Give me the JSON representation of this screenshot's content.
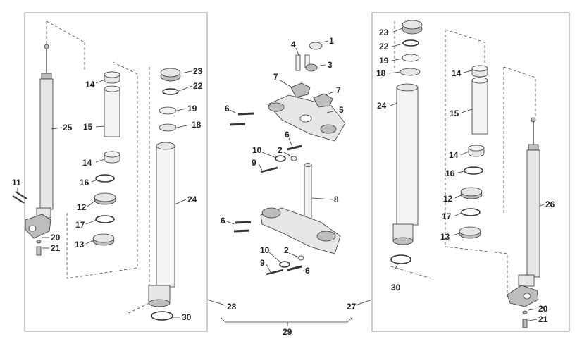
{
  "labels": {
    "l_lower_slider": "25",
    "l_bushing_top": "14",
    "l_spacer": "15",
    "l_bushing_bot": "14",
    "l_washer": "16",
    "l_seal": "12",
    "l_clip": "17",
    "l_dust": "13",
    "l_bolt11": "11",
    "l_bolt20": "20",
    "l_bolt21": "21",
    "l_cap": "23",
    "l_oring": "22",
    "l_ring19": "19",
    "l_ring18": "18",
    "l_tube": "24",
    "l_circlip": "30",
    "l_lefttotal": "28",
    "l_c_cap1": "1",
    "l_c_bolt4": "4",
    "l_c_nut3": "3",
    "l_c_clamp7a": "7",
    "l_c_clamp7b": "7",
    "l_c_bolt6a": "6",
    "l_c_topyoke": "5",
    "l_c_bolt6b": "6",
    "l_c_clip10a": "10",
    "l_c_pin2a": "2",
    "l_c_bolt9a": "9",
    "l_c_stem": "8",
    "l_c_bolt6c": "6",
    "l_c_clip10b": "10",
    "l_c_pin2b": "2",
    "l_c_bolt9b": "9",
    "l_c_bolt6d": "6",
    "l_c_group": "29",
    "r_cap": "23",
    "r_oring": "22",
    "r_ring19": "19",
    "r_ring18": "18",
    "r_tube": "24",
    "r_circlip": "30",
    "r_bushing_top": "14",
    "r_spacer": "15",
    "r_bushing_bot": "14",
    "r_washer": "16",
    "r_seal": "12",
    "r_clip": "17",
    "r_dust": "13",
    "r_lower_slider": "26",
    "r_bolt20": "20",
    "r_bolt21": "21",
    "r_righttotal": "27"
  }
}
